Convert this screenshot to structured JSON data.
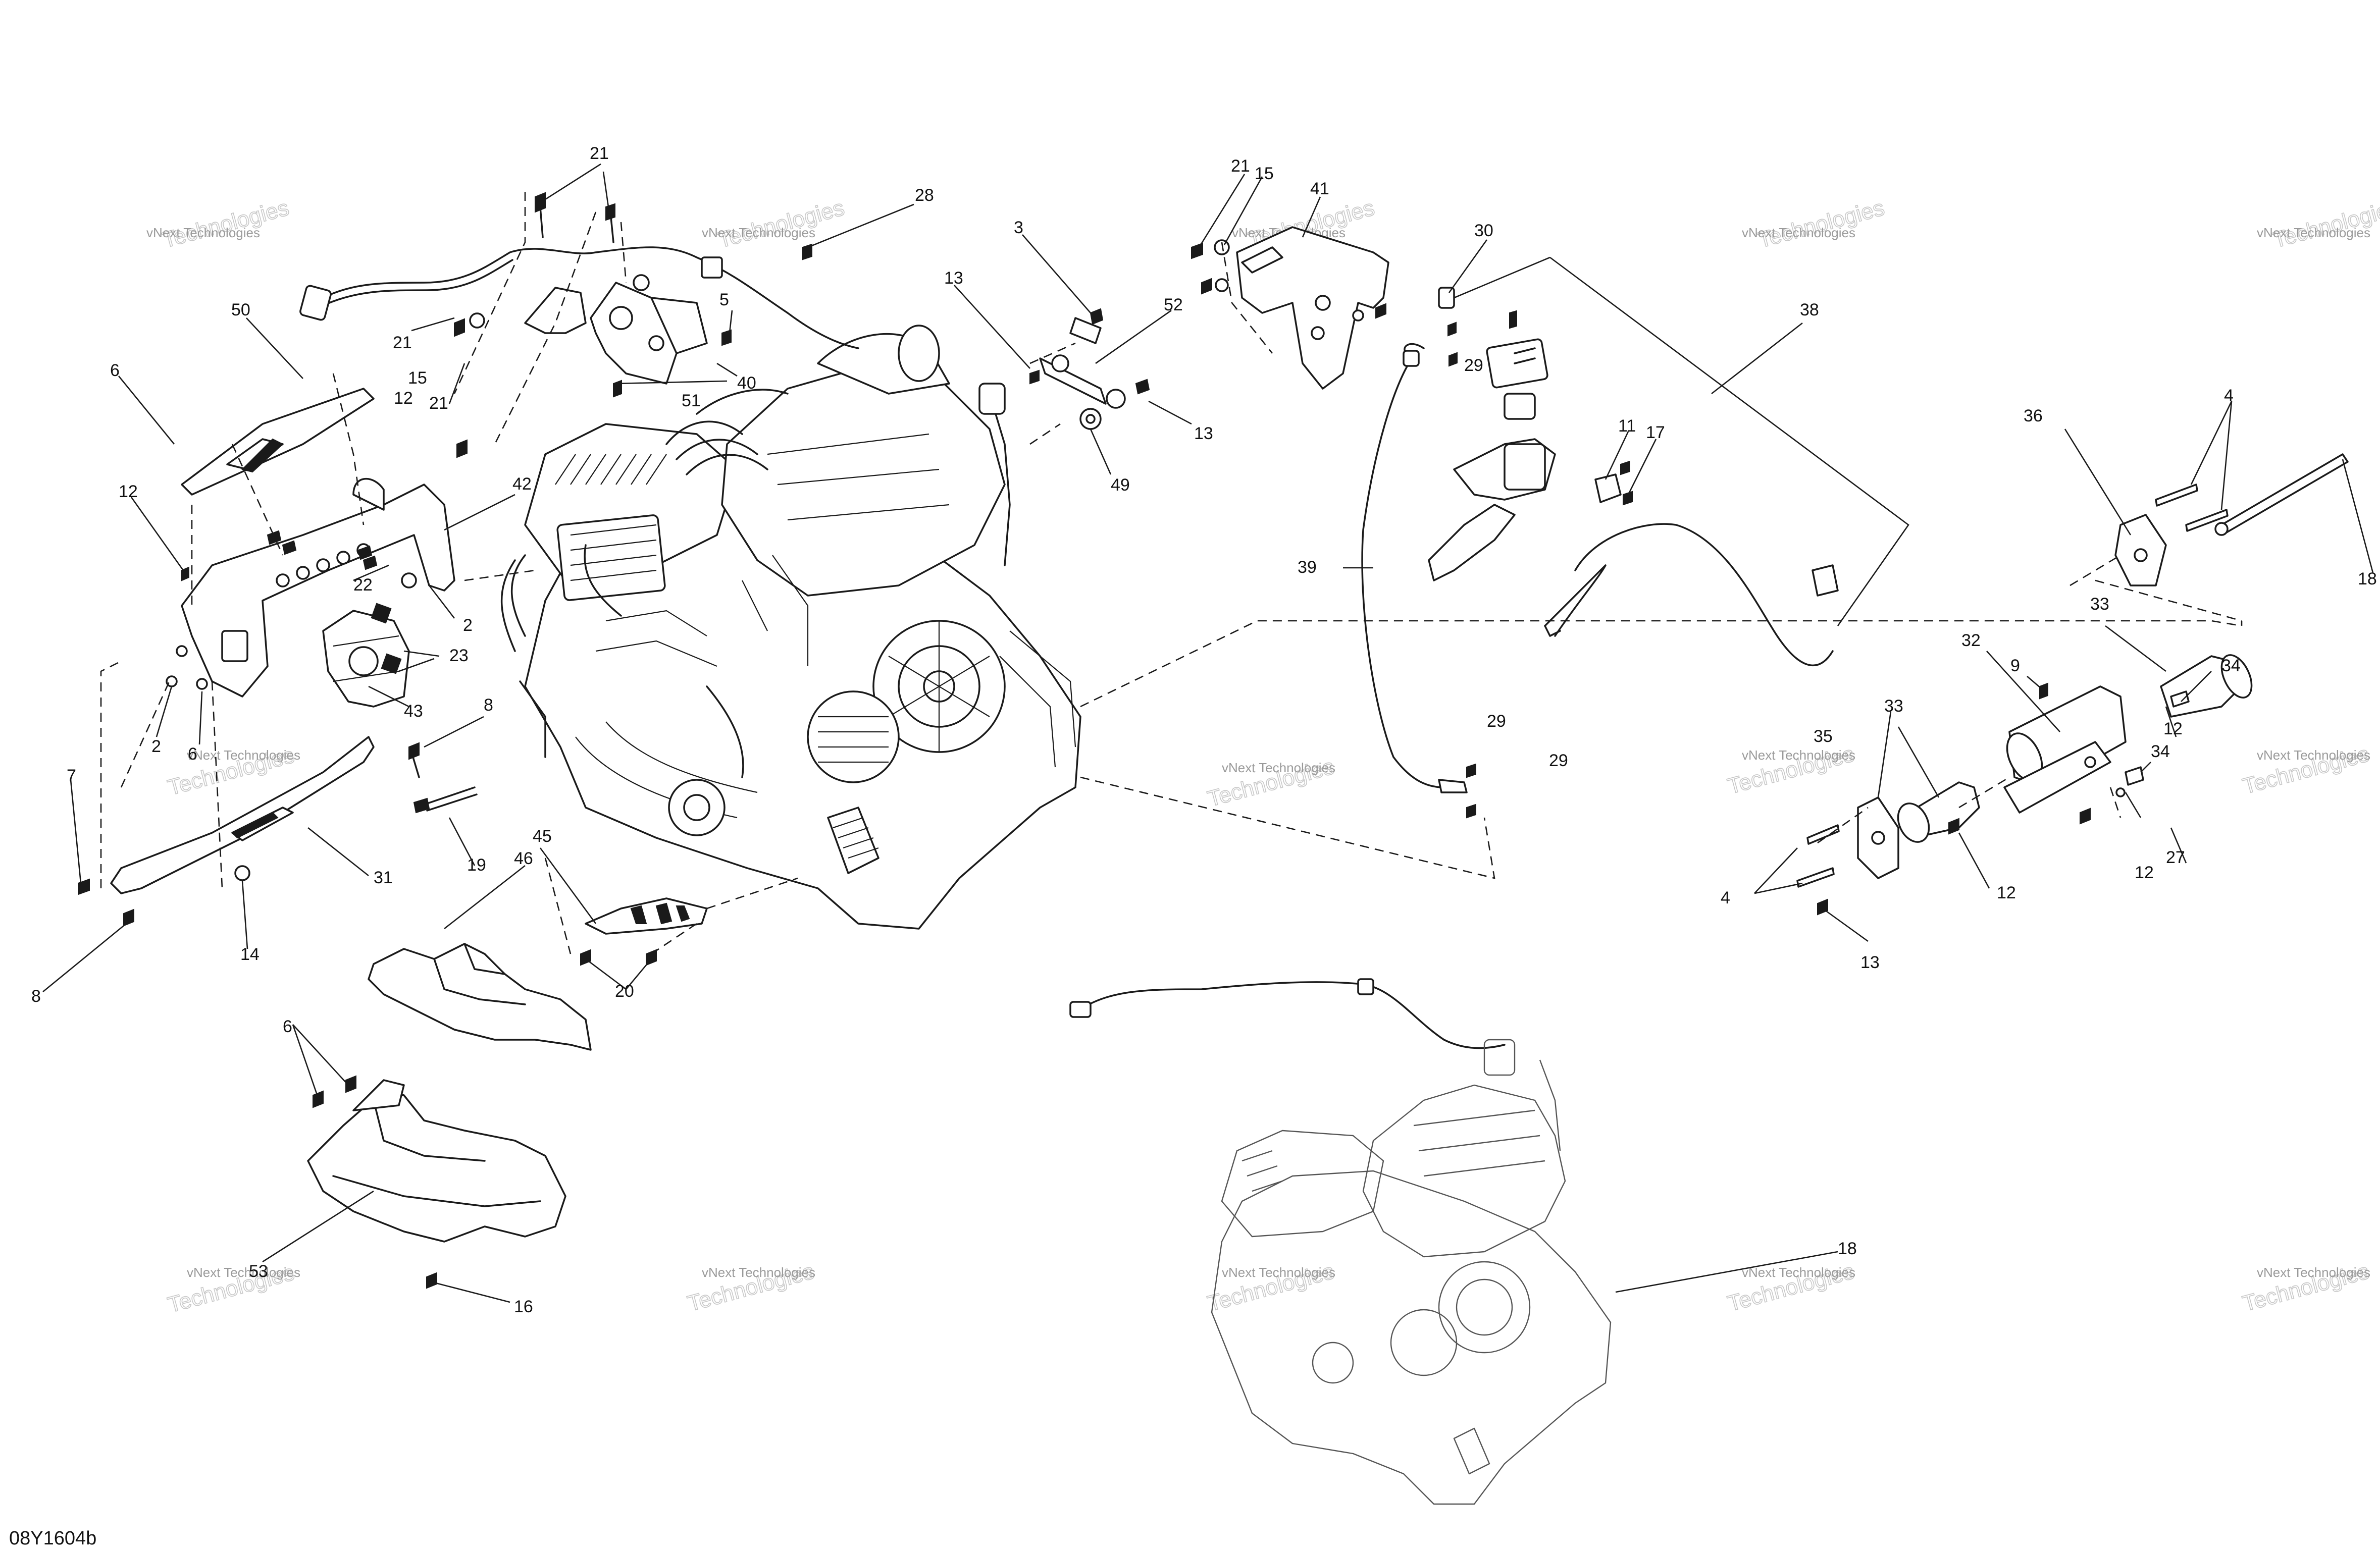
{
  "figure_id": "08Y1604b",
  "watermark": {
    "line1": "vNext Technologies",
    "line2": "Technologies"
  },
  "callouts": [
    "21",
    "28",
    "3",
    "21",
    "15",
    "41",
    "30",
    "38",
    "50",
    "6",
    "21",
    "15",
    "12",
    "21",
    "5",
    "40",
    "51",
    "13",
    "52",
    "29",
    "13",
    "11",
    "17",
    "36",
    "4",
    "12",
    "42",
    "49",
    "39",
    "18",
    "22",
    "2",
    "23",
    "43",
    "8",
    "2",
    "6",
    "9",
    "32",
    "33",
    "34",
    "7",
    "31",
    "19",
    "45",
    "46",
    "29",
    "29",
    "35",
    "33",
    "12",
    "34",
    "4",
    "12",
    "27",
    "12",
    "13",
    "8",
    "14",
    "20",
    "6",
    "53",
    "16",
    "18"
  ]
}
